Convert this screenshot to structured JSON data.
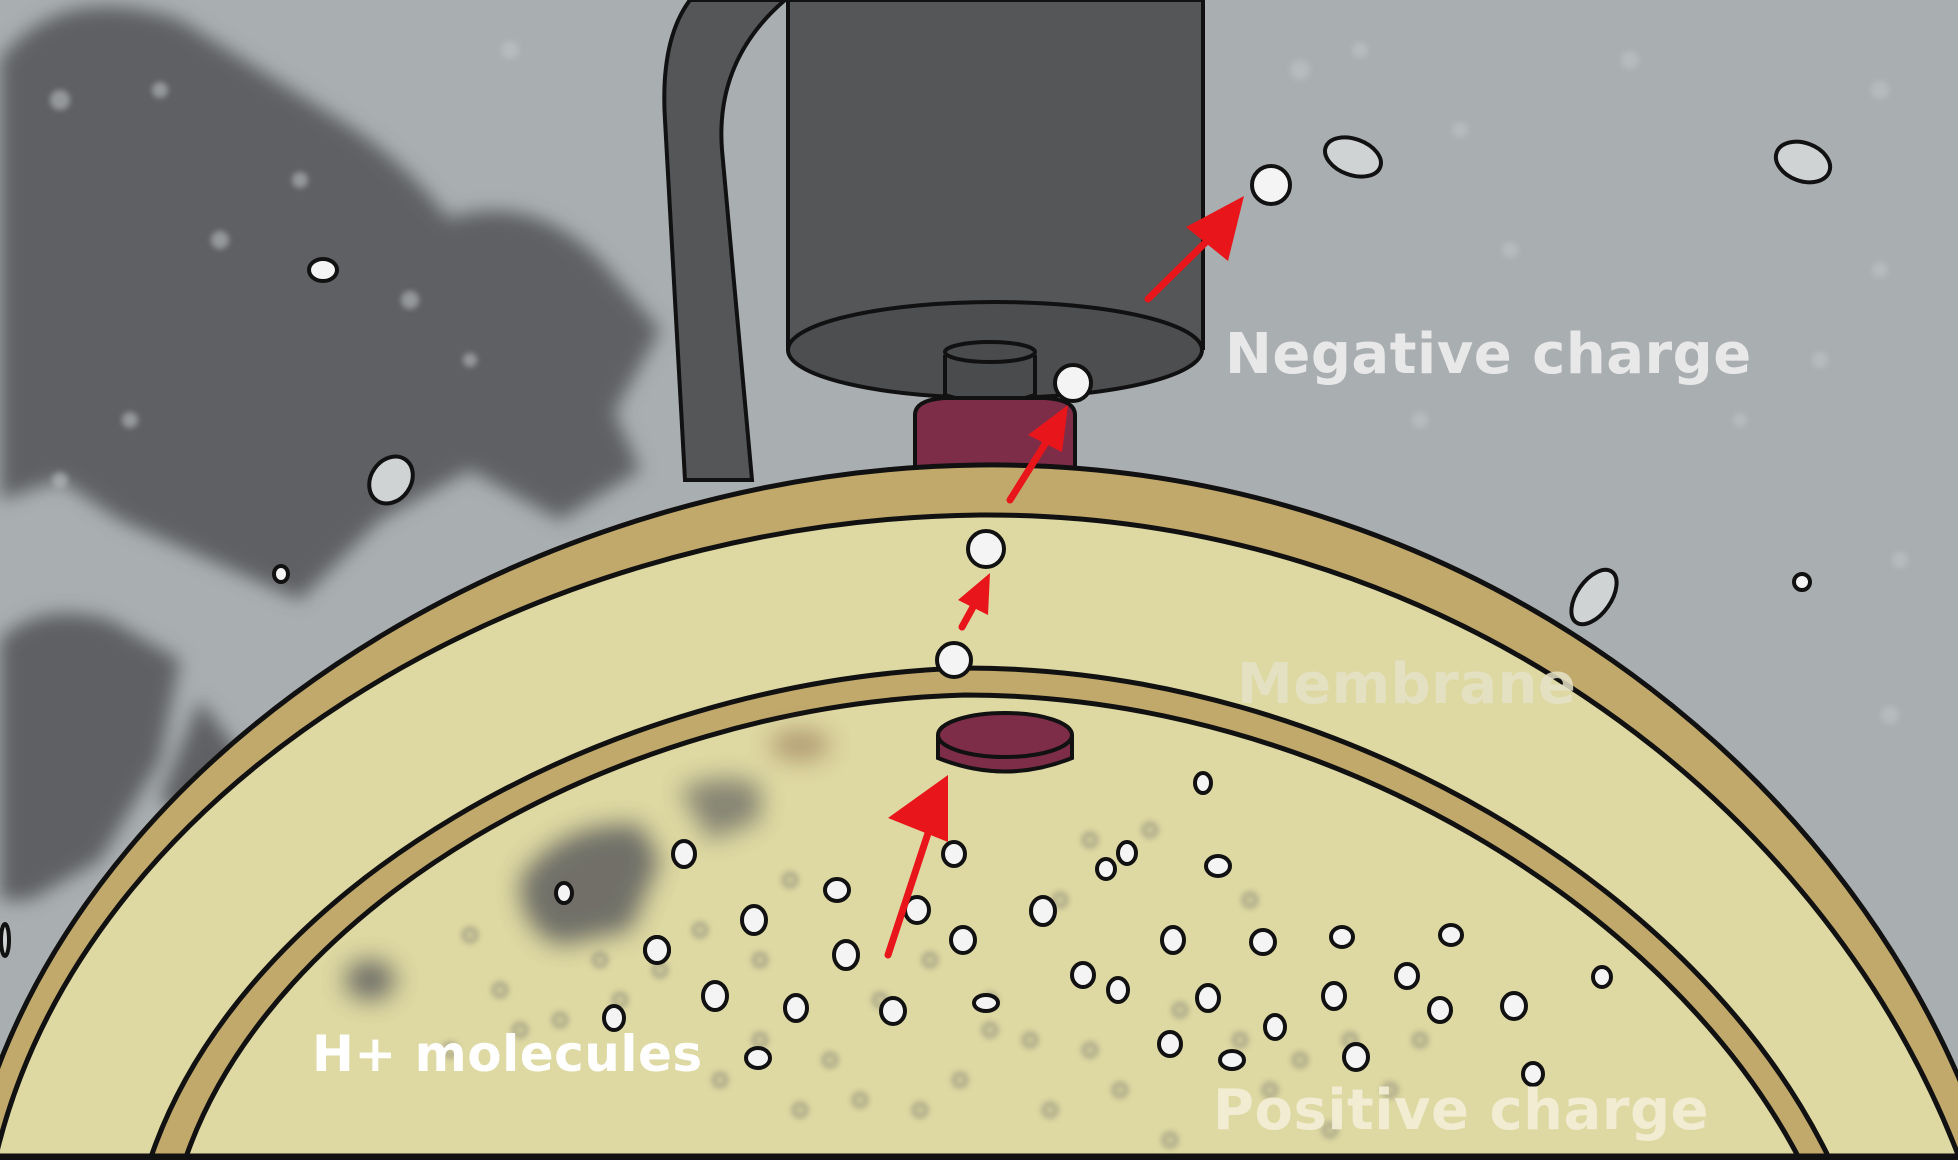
{
  "labels": {
    "negative_charge": "Negative charge",
    "membrane": "Membrane",
    "h_molecules": "H+ molecules",
    "positive_charge": "Positive charge"
  },
  "colors": {
    "background": "#a9aeb0",
    "shadow": "#5f6163",
    "electrode": "#555658",
    "membrane_outer": "#c1a96c",
    "membrane_inner": "#ded8a2",
    "maroon": "#7e2d48",
    "arrow": "#e8161b",
    "particle": "#f4f4f4"
  },
  "icons": {
    "electrode": "cylinder-electrode",
    "arrow": "red-arrow",
    "particle": "white-circle"
  }
}
